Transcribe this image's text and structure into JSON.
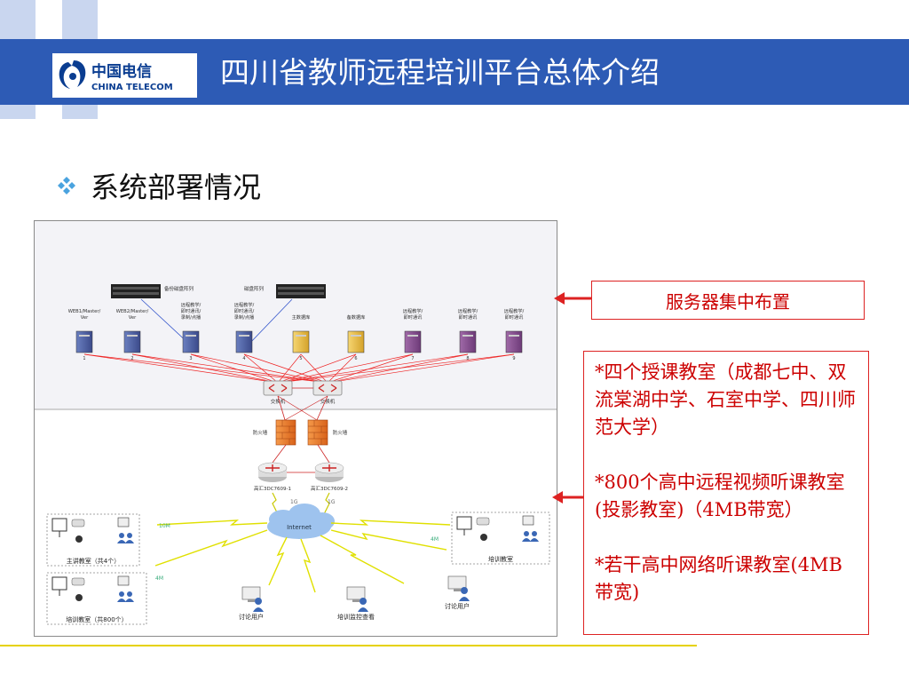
{
  "header": {
    "title": "四川省教师远程培训平台总体介绍",
    "logo": {
      "cn": "中国电信",
      "en": "CHINA TELECOM"
    }
  },
  "section": {
    "title": "系统部署情况"
  },
  "callouts": {
    "servers": "服务器集中布置",
    "paragraphs": [
      "*四个授课教室（成都七中、双流棠湖中学、石室中学、四川师范大学）",
      "*800个高中远程视频听课教室(投影教室)（4MB带宽）",
      "*若干高中网络听课教室(4MB带宽)"
    ]
  },
  "diagram": {
    "storage": [
      "备份磁盘阵列",
      "磁盘阵列"
    ],
    "servers": [
      {
        "label": "WEB1/Master/\nVer",
        "num": "1"
      },
      {
        "label": "WEB2/Master/\nVer",
        "num": "2"
      },
      {
        "label": "远程教学/\n即时通讯/\n录制/点播",
        "num": "3"
      },
      {
        "label": "远程教学/\n即时通讯/\n录制/点播",
        "num": "4"
      },
      {
        "label": "主数据库",
        "num": "5"
      },
      {
        "label": "备数据库",
        "num": "6"
      },
      {
        "label": "远程教学/\n即时通讯",
        "num": "7"
      },
      {
        "label": "远程教学/\n即时通讯",
        "num": "8"
      },
      {
        "label": "远程教学/\n即时通讯",
        "num": "9"
      }
    ],
    "switches": [
      "交换机",
      "交换机"
    ],
    "firewalls": [
      "防火墙",
      "防火墙"
    ],
    "routers": [
      "高汇3DC7609-1",
      "高汇3DC7609-2"
    ],
    "internet": "Internet",
    "links": [
      "1G",
      "1G",
      "10M",
      "4M",
      "4M"
    ],
    "classrooms": {
      "main": "主讲教室（共4个）",
      "training_group": "培训教室（共800个）",
      "training": "培训教室",
      "discuss_user": "讨论用户",
      "monitor": "培训监控查看"
    },
    "devices": [
      "投影幕",
      "投影仪",
      "电脑终端",
      "摄像机"
    ]
  },
  "colors": {
    "header": "#2d5bb5",
    "callout": "#cc0000",
    "server_link": "#e22",
    "storage_link": "#3355cc"
  }
}
